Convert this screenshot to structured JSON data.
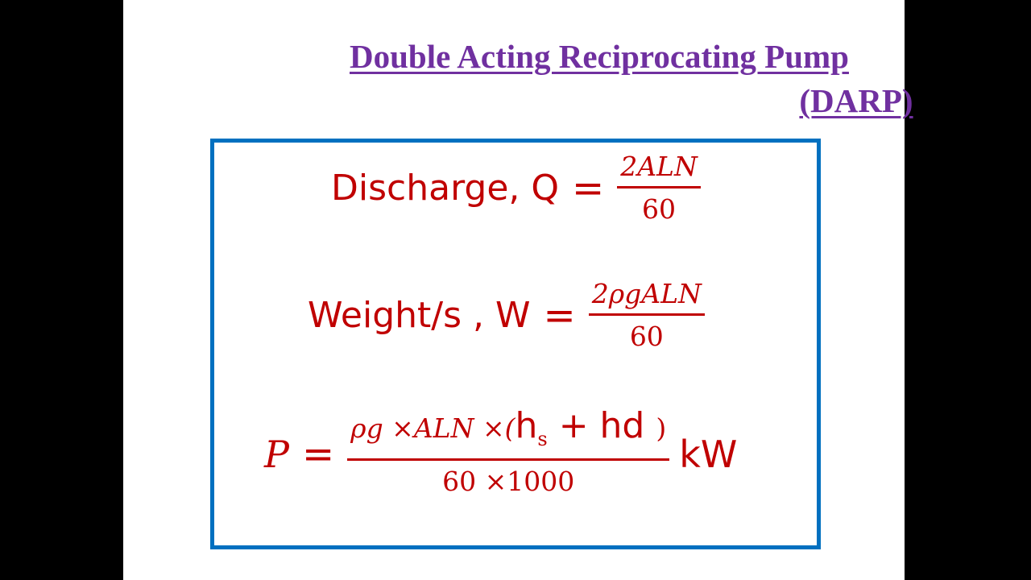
{
  "slide": {
    "title_line1": "Double Acting Reciprocating Pump",
    "title_line2": "(DARP)"
  },
  "formulas": {
    "discharge": {
      "lhs": "Discharge, Q",
      "equals": "=",
      "numerator": "2ALN",
      "denominator": "60"
    },
    "weight": {
      "lhs": "Weight/s , W",
      "equals": "=",
      "numerator": "2ρgALN",
      "denominator": "60"
    },
    "power": {
      "lhs": "P",
      "equals": "=",
      "numerator_prefix": "ρg ×ALN ×(",
      "h": "h",
      "h_sub": "s",
      "plus_hd": " + hd ",
      "close_paren": ")",
      "denominator": "60 ×1000",
      "unit": "kW"
    }
  },
  "colors": {
    "title": "#7030a0",
    "formula_text": "#c00000",
    "box_border": "#0070c0",
    "background": "#000000",
    "slide": "#ffffff"
  }
}
